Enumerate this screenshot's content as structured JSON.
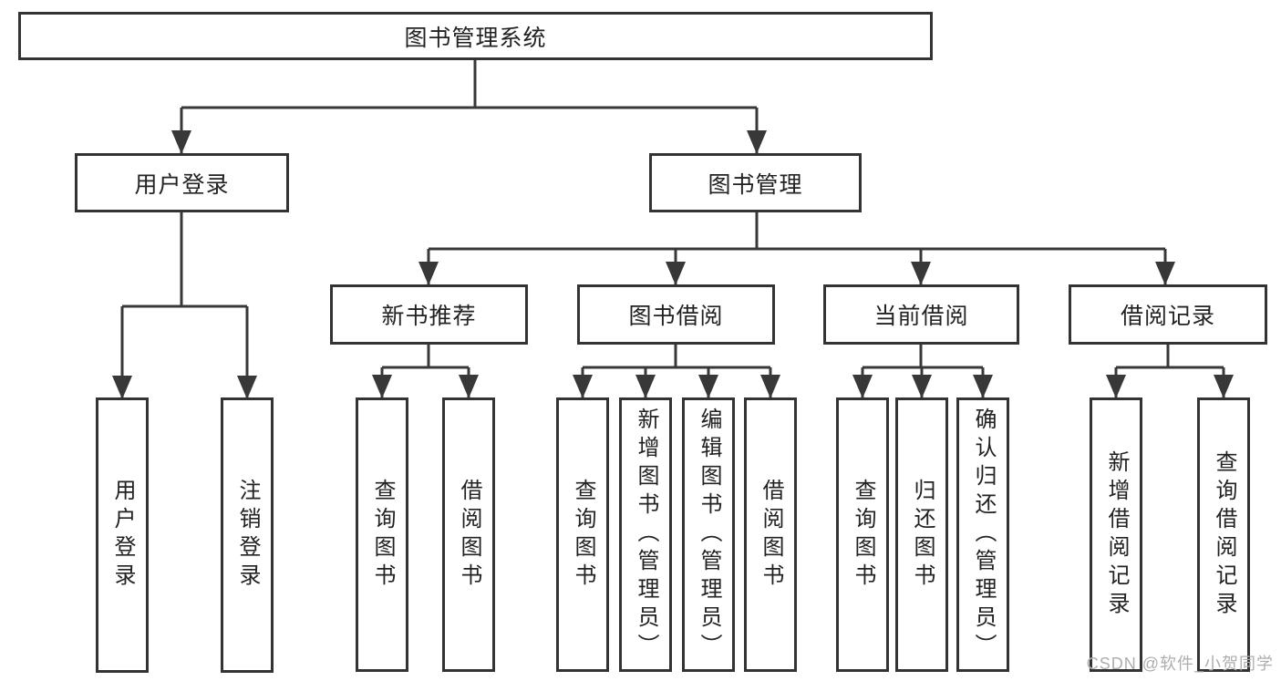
{
  "colors": {
    "line": "#383838",
    "box_border": "#333333",
    "text": "#222222",
    "watermark": "#aeaeae",
    "background": "#ffffff"
  },
  "diagram": {
    "root_label": "图书管理系统",
    "login_branch": {
      "label": "用户登录",
      "children": [
        "用户登录",
        "注销登录"
      ]
    },
    "mgmt_branch": {
      "label": "图书管理",
      "groups": [
        {
          "label": "新书推荐",
          "children": [
            "查询图书",
            "借阅图书"
          ]
        },
        {
          "label": "图书借阅",
          "children": [
            "查询图书",
            "新增图书（管理员）",
            "编辑图书（管理员）",
            "借阅图书"
          ]
        },
        {
          "label": "当前借阅",
          "children": [
            "查询图书",
            "归还图书",
            "确认归还（管理员）"
          ]
        },
        {
          "label": "借阅记录",
          "children": [
            "新增借阅记录",
            "查询借阅记录"
          ]
        }
      ]
    }
  },
  "watermark": {
    "text": "CSDN @软件_小贺同学"
  }
}
